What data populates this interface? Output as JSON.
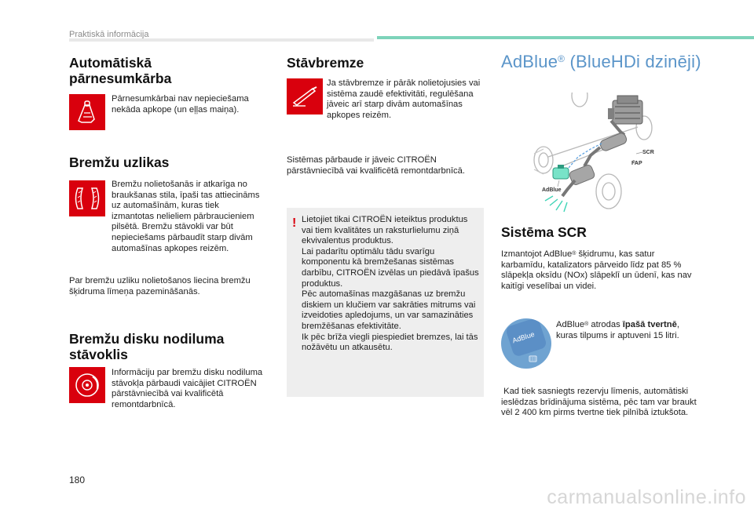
{
  "header": {
    "section": "Praktiskā informācija"
  },
  "left": {
    "auto_heading": "Automātiskā\npārnesumkārba",
    "auto_text": "Pārnesumkārbai nav nepieciešama nekāda apkope (un eļļas maiņa).",
    "pads_heading": "Bremžu uzlikas",
    "pads_text": "Bremžu nolietošanās ir atkarīga no braukšanas stila, īpaši tas attiecināms uz automašīnām, kuras tiek izmantotas nelieliem pārbraucieniem pilsētā. Bremžu stāvokli var būt nepieciešams pārbaudīt starp divām automašīnas apkopes reizēm.",
    "pads_note": "Par bremžu uzliku nolietošanos liecina bremžu šķidruma līmeņa pazemināšanās.",
    "discs_heading": "Bremžu disku nodiluma\nstāvoklis",
    "discs_text": "Informāciju par bremžu disku nodiluma stāvokļa pārbaudi vaicājiet CITROËN pārstāvniecībā vai kvalificētā remontdarbnīcā."
  },
  "middle": {
    "park_heading": "Stāvbremze",
    "park_text": "Ja stāvbremze ir pārāk nolietojusies vai sistēma zaudē efektivitāti, regulēšana jāveic arī starp divām automašīnas apkopes reizēm.",
    "park_check": "Sistēmas pārbaude ir jāveic CITROËN pārstāvniecībā vai kvalificētā remontdarbnīcā.",
    "warning_mark": "!",
    "warning_text": "Lietojiet tikai CITROËN ieteiktus produktus vai tiem kvalitātes un raksturlielumu ziņā ekvivalentus produktus.\nLai padarītu optimālu tādu svarīgu komponentu kā bremžešanas sistēmas darbību, CITROËN izvēlas un piedāvā īpašus produktus.\nPēc automašīnas mazgāšanas uz bremžu diskiem un klučiem var sakrāties mitrums vai izveidoties apledojums, un var samazināties bremžēšanas efektivitāte.\nIk pēc brīža viegli piespiediet bremzes, lai tās nožāvētu un atkausētu."
  },
  "right": {
    "adblue_heading_main": "AdBlue",
    "adblue_heading_sup": "®",
    "adblue_heading_rest": " (BlueHDi dzinēji)",
    "diagram_labels": {
      "scr": "SCR",
      "fap": "FAP",
      "adblue": "AdBlue"
    },
    "scr_heading": "Sistēma SCR",
    "scr_text_a": "Izmantojot AdBlue",
    "scr_text_sup": "®",
    "scr_text_b": " šķidrumu, kas satur karbamīdu, katalizators pārveido līdz pat 85 % slāpekļa oksīdu (NOx) slāpeklī un ūdenī, kas nav kaitīgi veselībai un videi.",
    "tank_label": "AdBlue",
    "tank_text_a": "AdBlue",
    "tank_text_sup": "®",
    "tank_text_b": " atrodas ",
    "tank_text_bold": "īpašā tvertnē",
    "tank_text_c": ", kuras tilpums ir aptuveni 15 litri.",
    "reserve_text": " Kad tiek sasniegts rezervju līmenis, automātiski ieslēdzas brīdinājuma sistēma, pēc tam var braukt vēl 2 400 km pirms tvertne tiek pilnībā iztukšota."
  },
  "footer": {
    "page_number": "180",
    "watermark": "carmanualsonline.info"
  },
  "colors": {
    "red_icon": "#d9000d",
    "blue_heading": "#5b95c9",
    "green_bar": "#7dd3ba",
    "panel_grey": "#eeeeee"
  }
}
